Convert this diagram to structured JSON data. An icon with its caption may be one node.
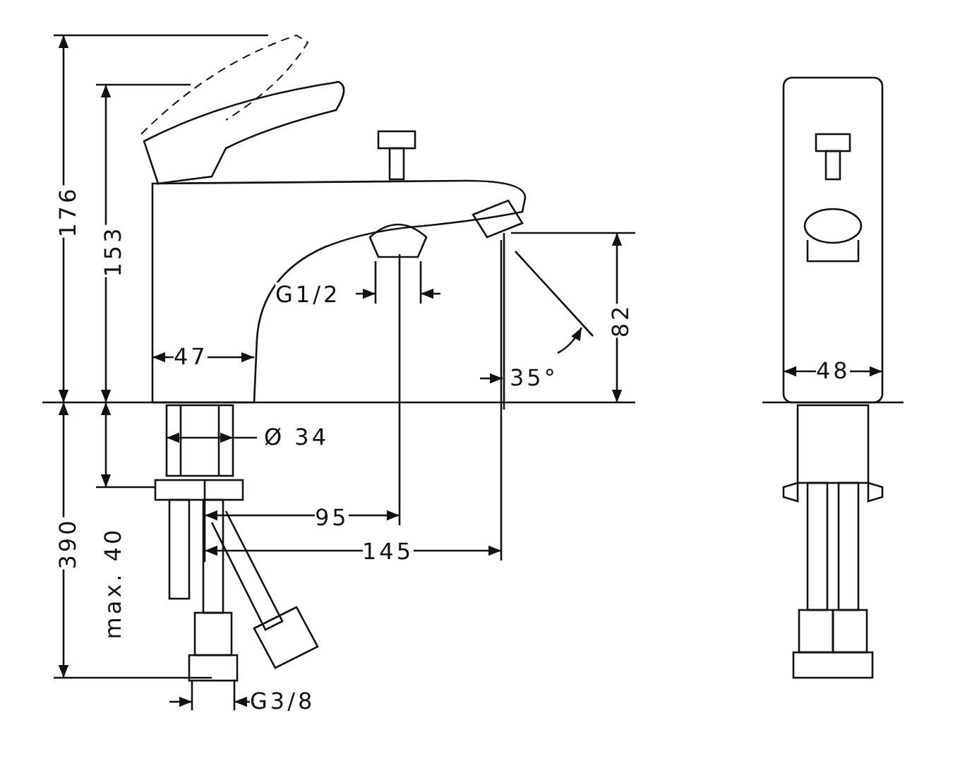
{
  "diagram": {
    "labels": [
      "176",
      "153",
      "G1/2",
      "82",
      "47",
      "35°",
      "48",
      "Ø 34",
      "390",
      "max. 40",
      "95",
      "145",
      "G3/8"
    ]
  }
}
